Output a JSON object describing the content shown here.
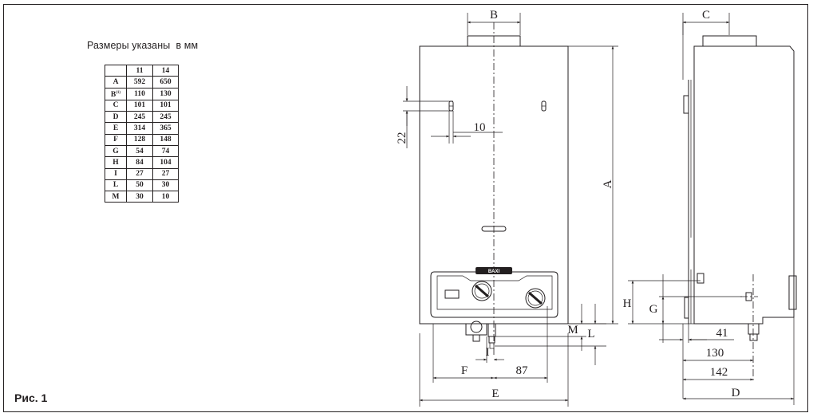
{
  "note": "Размеры указаны  в мм",
  "figure_label": "Рис. 1",
  "table": {
    "header": [
      "",
      "11",
      "14"
    ],
    "rows": [
      {
        "label": "A",
        "sup": "",
        "v11": "592",
        "v14": "650"
      },
      {
        "label": "B",
        "sup": "(1)",
        "v11": "110",
        "v14": "130"
      },
      {
        "label": "C",
        "sup": "",
        "v11": "101",
        "v14": "101"
      },
      {
        "label": "D",
        "sup": "",
        "v11": "245",
        "v14": "245"
      },
      {
        "label": "E",
        "sup": "",
        "v11": "314",
        "v14": "365"
      },
      {
        "label": "F",
        "sup": "",
        "v11": "128",
        "v14": "148"
      },
      {
        "label": "G",
        "sup": "",
        "v11": "54",
        "v14": "74"
      },
      {
        "label": "H",
        "sup": "",
        "v11": "84",
        "v14": "104"
      },
      {
        "label": "I",
        "sup": "",
        "v11": "27",
        "v14": "27"
      },
      {
        "label": "L",
        "sup": "",
        "v11": "50",
        "v14": "30"
      },
      {
        "label": "M",
        "sup": "",
        "v11": "30",
        "v14": "10"
      }
    ]
  },
  "front_view": {
    "brand": "BAXI",
    "dims": {
      "b": "B",
      "a": "A",
      "e": "E",
      "f": "F",
      "i": "I",
      "m": "M",
      "l": "L",
      "h": "H",
      "d22": "22",
      "d10": "10",
      "d87": "87"
    }
  },
  "side_view": {
    "dims": {
      "c": "C",
      "d": "D",
      "g": "G",
      "d41": "41",
      "d130": "130",
      "d142": "142"
    }
  },
  "colors": {
    "ink": "#231f20",
    "background": "#ffffff"
  }
}
